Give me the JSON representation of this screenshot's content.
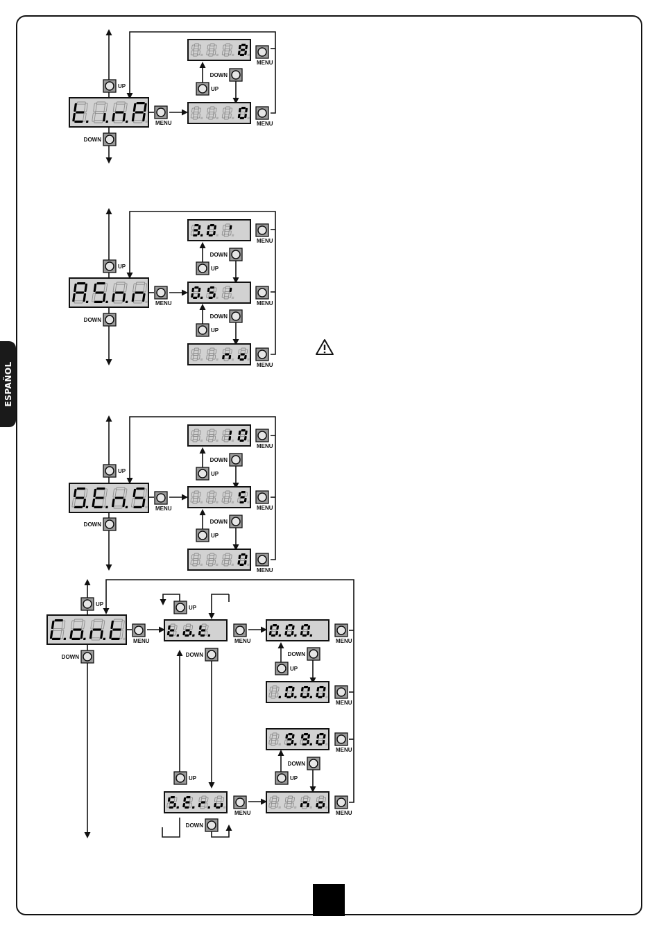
{
  "language_tab": "ESPAÑOL",
  "labels": {
    "up": "UP",
    "down": "DOWN",
    "menu": "MENU"
  },
  "displays": {
    "tima_main": "t.i.n.A",
    "tima_max": "8",
    "tima_min": "0",
    "asm_main": "A.S.n.n",
    "asm_hi": "3.0'",
    "asm_mid": "0.5'",
    "asm_lo": "no",
    "sens_main": "S.E.n.S",
    "sens_hi": "10",
    "sens_mid": "5",
    "sens_lo": "0",
    "cont_main": "C.o.n.t",
    "tot_label": "t.o.t.",
    "tot_value_hi": "0.0.0.",
    "tot_value_lo": ".0.0.0",
    "serv_label": "S.E.r.u",
    "serv_hi": "9.9.0",
    "serv_lo": "no"
  },
  "colors": {
    "display_bg": "#d2d2d2",
    "segment_on": "#000000",
    "segment_off": "#8c8c8c",
    "button_box": "#9a9a9a",
    "tab_bg": "#1a1a1a"
  },
  "icons": {
    "warning": "warning-triangle-icon"
  }
}
